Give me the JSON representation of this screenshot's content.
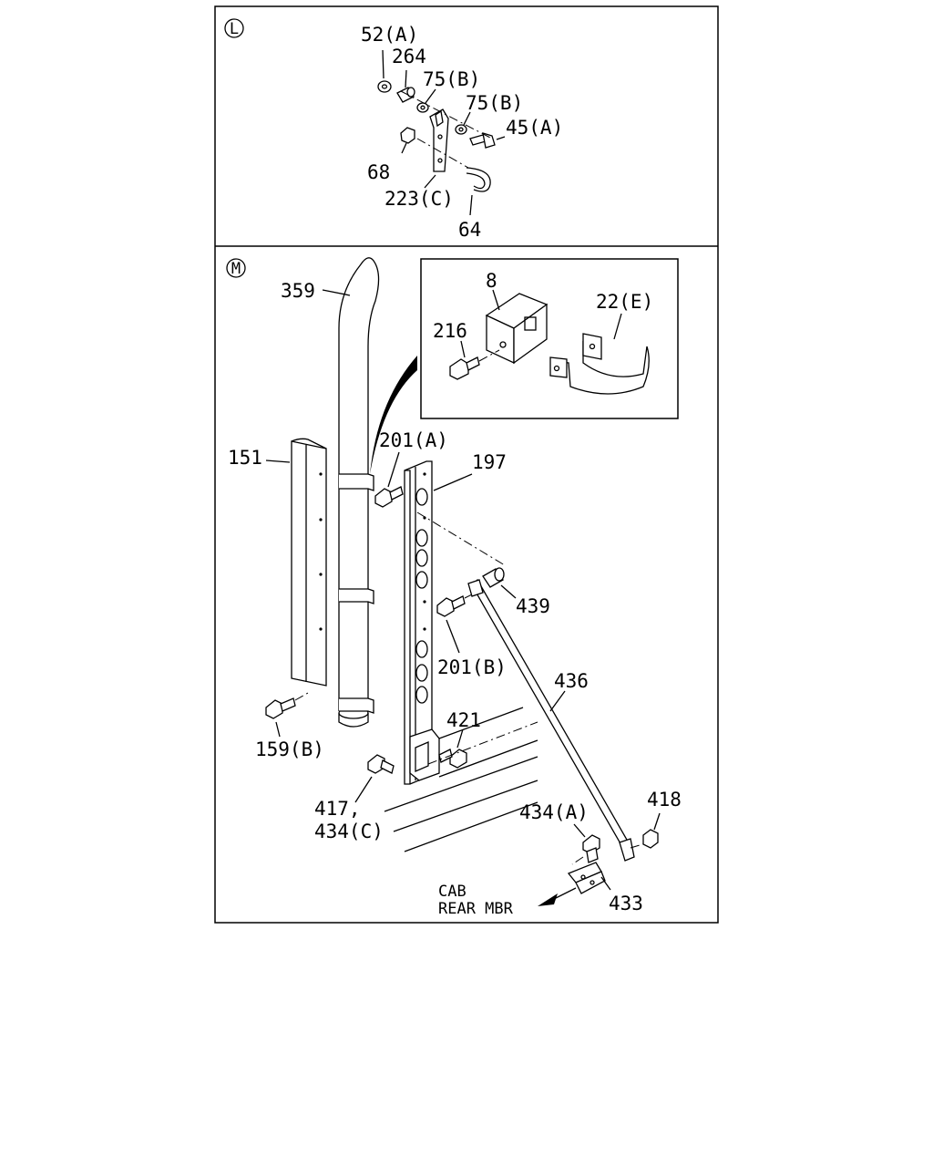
{
  "sections": {
    "L": {
      "marker": "L",
      "labels": {
        "p52a": "52(A)",
        "p264": "264",
        "p75b1": "75(B)",
        "p75b2": "75(B)",
        "p45a": "45(A)",
        "p68": "68",
        "p223c": "223(C)",
        "p64": "64"
      }
    },
    "M": {
      "marker": "M",
      "labels": {
        "p359": "359",
        "p8": "8",
        "p22e": "22(E)",
        "p216": "216",
        "p151": "151",
        "p201a": "201(A)",
        "p197": "197",
        "p439": "439",
        "p201b": "201(B)",
        "p436": "436",
        "p421": "421",
        "p159b": "159(B)",
        "p417": "417,",
        "p434c": "434(C)",
        "p418": "418",
        "p434a": "434(A)",
        "p433": "433",
        "cab_line1": "CAB",
        "cab_line2": "REAR MBR"
      }
    }
  }
}
